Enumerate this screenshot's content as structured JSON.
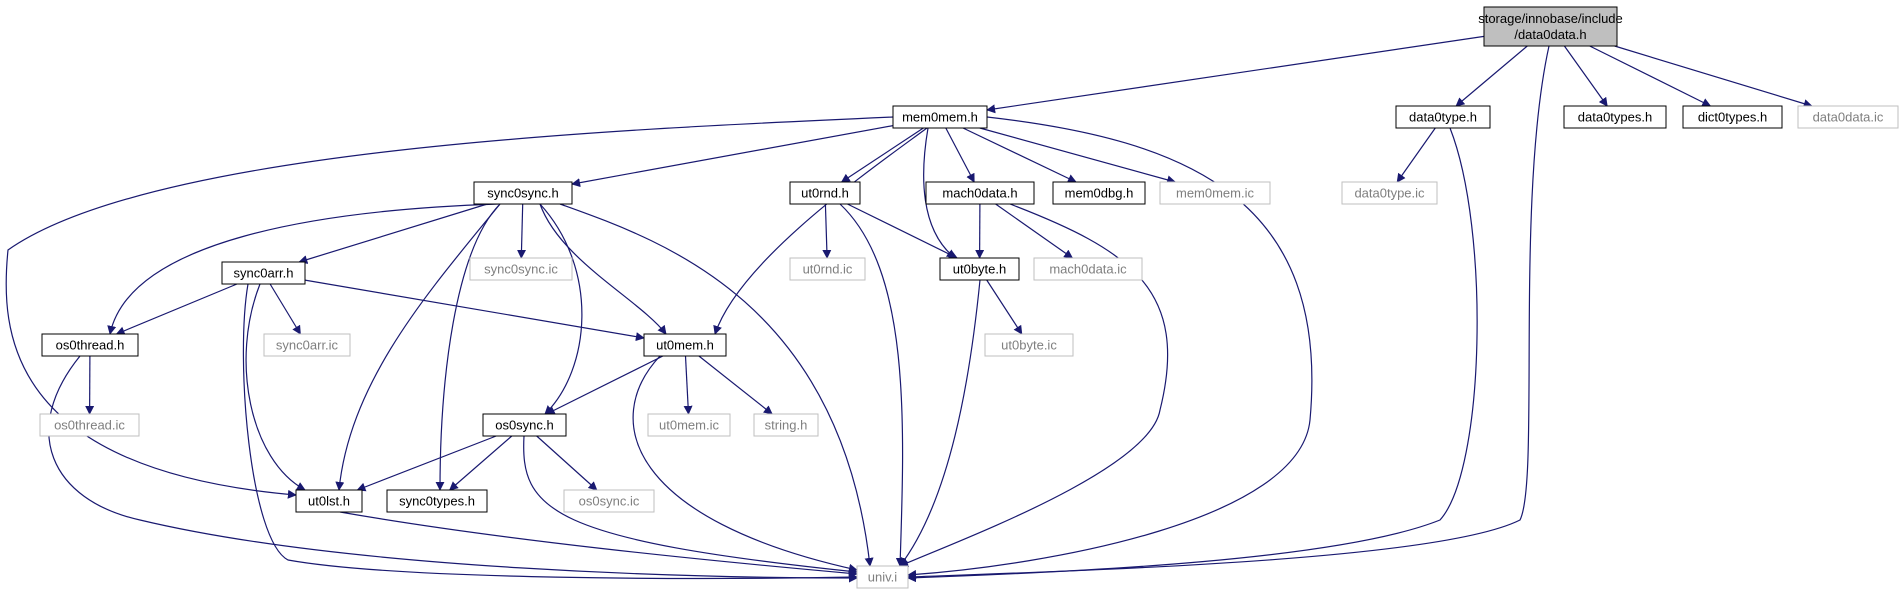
{
  "colors": {
    "edge": "#191970",
    "root_fill": "#bfbfbf",
    "node_border": "#000000",
    "external_border": "#bfbfbf",
    "text": "#000000",
    "external_text": "#7f7f7f"
  },
  "nodes": {
    "data0data_h": {
      "lines": [
        "storage/innobase/include",
        "/data0data.h"
      ],
      "kind": "root"
    },
    "mem0mem_h": {
      "lines": [
        "mem0mem.h"
      ],
      "kind": "file"
    },
    "data0type_h": {
      "lines": [
        "data0type.h"
      ],
      "kind": "file"
    },
    "data0types_h": {
      "lines": [
        "data0types.h"
      ],
      "kind": "file"
    },
    "dict0types_h": {
      "lines": [
        "dict0types.h"
      ],
      "kind": "file"
    },
    "data0data_ic": {
      "lines": [
        "data0data.ic"
      ],
      "kind": "external"
    },
    "sync0sync_h": {
      "lines": [
        "sync0sync.h"
      ],
      "kind": "file"
    },
    "ut0rnd_h": {
      "lines": [
        "ut0rnd.h"
      ],
      "kind": "file"
    },
    "mach0data_h": {
      "lines": [
        "mach0data.h"
      ],
      "kind": "file"
    },
    "mem0dbg_h": {
      "lines": [
        "mem0dbg.h"
      ],
      "kind": "file"
    },
    "mem0mem_ic": {
      "lines": [
        "mem0mem.ic"
      ],
      "kind": "external"
    },
    "data0type_ic": {
      "lines": [
        "data0type.ic"
      ],
      "kind": "external"
    },
    "sync0arr_h": {
      "lines": [
        "sync0arr.h"
      ],
      "kind": "file"
    },
    "sync0sync_ic": {
      "lines": [
        "sync0sync.ic"
      ],
      "kind": "external"
    },
    "ut0rnd_ic": {
      "lines": [
        "ut0rnd.ic"
      ],
      "kind": "external"
    },
    "ut0byte_h": {
      "lines": [
        "ut0byte.h"
      ],
      "kind": "file"
    },
    "mach0data_ic": {
      "lines": [
        "mach0data.ic"
      ],
      "kind": "external"
    },
    "os0thread_h": {
      "lines": [
        "os0thread.h"
      ],
      "kind": "file"
    },
    "sync0arr_ic": {
      "lines": [
        "sync0arr.ic"
      ],
      "kind": "external"
    },
    "ut0mem_h": {
      "lines": [
        "ut0mem.h"
      ],
      "kind": "file"
    },
    "ut0byte_ic": {
      "lines": [
        "ut0byte.ic"
      ],
      "kind": "external"
    },
    "os0thread_ic": {
      "lines": [
        "os0thread.ic"
      ],
      "kind": "external"
    },
    "os0sync_h": {
      "lines": [
        "os0sync.h"
      ],
      "kind": "file"
    },
    "ut0mem_ic": {
      "lines": [
        "ut0mem.ic"
      ],
      "kind": "external"
    },
    "string_h": {
      "lines": [
        "string.h"
      ],
      "kind": "external"
    },
    "os0sync_ic": {
      "lines": [
        "os0sync.ic"
      ],
      "kind": "external"
    },
    "ut0lst_h": {
      "lines": [
        "ut0lst.h"
      ],
      "kind": "file"
    },
    "sync0types_h": {
      "lines": [
        "sync0types.h"
      ],
      "kind": "file"
    },
    "univ_i": {
      "lines": [
        "univ.i"
      ],
      "kind": "external"
    }
  },
  "edges": [
    [
      "data0data_h",
      "mem0mem_h"
    ],
    [
      "data0data_h",
      "data0type_h"
    ],
    [
      "data0data_h",
      "data0types_h"
    ],
    [
      "data0data_h",
      "dict0types_h"
    ],
    [
      "data0data_h",
      "data0data_ic"
    ],
    [
      "data0data_h",
      "univ_i"
    ],
    [
      "mem0mem_h",
      "sync0sync_h"
    ],
    [
      "mem0mem_h",
      "ut0rnd_h"
    ],
    [
      "mem0mem_h",
      "mach0data_h"
    ],
    [
      "mem0mem_h",
      "mem0dbg_h"
    ],
    [
      "mem0mem_h",
      "mem0mem_ic"
    ],
    [
      "mem0mem_h",
      "ut0mem_h"
    ],
    [
      "mem0mem_h",
      "ut0byte_h"
    ],
    [
      "mem0mem_h",
      "ut0lst_h"
    ],
    [
      "mem0mem_h",
      "univ_i"
    ],
    [
      "data0type_h",
      "data0type_ic"
    ],
    [
      "data0type_h",
      "univ_i"
    ],
    [
      "sync0sync_h",
      "sync0arr_h"
    ],
    [
      "sync0sync_h",
      "sync0sync_ic"
    ],
    [
      "sync0sync_h",
      "os0thread_h"
    ],
    [
      "sync0sync_h",
      "ut0mem_h"
    ],
    [
      "sync0sync_h",
      "os0sync_h"
    ],
    [
      "sync0sync_h",
      "ut0lst_h"
    ],
    [
      "sync0sync_h",
      "sync0types_h"
    ],
    [
      "sync0sync_h",
      "univ_i"
    ],
    [
      "ut0rnd_h",
      "ut0rnd_ic"
    ],
    [
      "ut0rnd_h",
      "ut0byte_h"
    ],
    [
      "ut0rnd_h",
      "univ_i"
    ],
    [
      "mach0data_h",
      "ut0byte_h"
    ],
    [
      "mach0data_h",
      "mach0data_ic"
    ],
    [
      "mach0data_h",
      "univ_i"
    ],
    [
      "ut0byte_h",
      "ut0byte_ic"
    ],
    [
      "ut0byte_h",
      "univ_i"
    ],
    [
      "sync0arr_h",
      "os0thread_h"
    ],
    [
      "sync0arr_h",
      "sync0arr_ic"
    ],
    [
      "sync0arr_h",
      "ut0mem_h"
    ],
    [
      "sync0arr_h",
      "ut0lst_h"
    ],
    [
      "sync0arr_h",
      "univ_i"
    ],
    [
      "os0thread_h",
      "os0thread_ic"
    ],
    [
      "os0thread_h",
      "univ_i"
    ],
    [
      "ut0mem_h",
      "os0sync_h"
    ],
    [
      "ut0mem_h",
      "ut0mem_ic"
    ],
    [
      "ut0mem_h",
      "string_h"
    ],
    [
      "ut0mem_h",
      "univ_i"
    ],
    [
      "os0sync_h",
      "ut0lst_h"
    ],
    [
      "os0sync_h",
      "sync0types_h"
    ],
    [
      "os0sync_h",
      "os0sync_ic"
    ],
    [
      "os0sync_h",
      "univ_i"
    ],
    [
      "ut0lst_h",
      "univ_i"
    ]
  ]
}
